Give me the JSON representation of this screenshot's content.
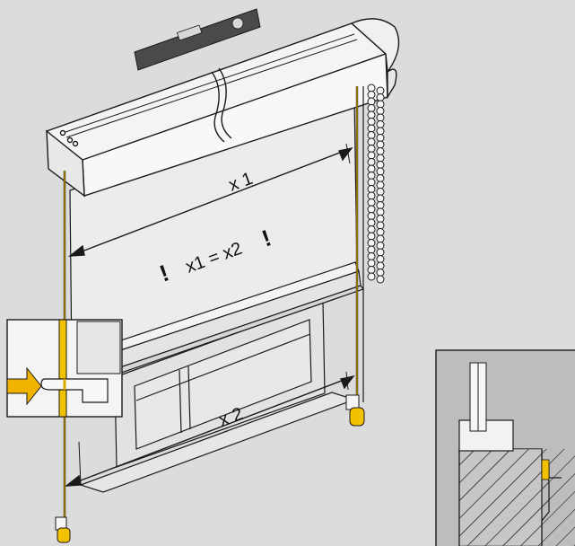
{
  "labels": {
    "x1": "x 1",
    "x2": "x 2",
    "equation": "x1 = x2",
    "exclaim_left": "!",
    "exclaim_right": "!"
  },
  "colors": {
    "background": "#dcdcdc",
    "line": "#1a1a1a",
    "fabric": "#ececec",
    "cassette": "#f4f4f4",
    "cord": "#d8a800",
    "arrow": "#f0b400",
    "weight": "#f2c200",
    "level_body": "#444444",
    "inset_bg": "#bdbdbd"
  },
  "icons": {
    "level": "spirit-level-icon",
    "arrow": "yellow-arrow-icon"
  }
}
